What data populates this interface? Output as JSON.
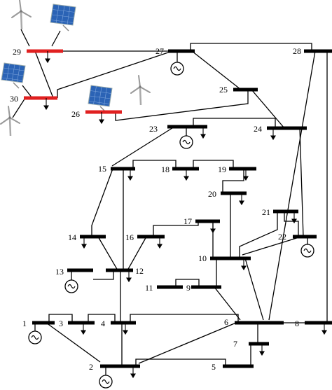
{
  "buses": [
    {
      "id": "1",
      "label": "1",
      "renewable": false
    },
    {
      "id": "2",
      "label": "2",
      "renewable": false
    },
    {
      "id": "3",
      "label": "3",
      "renewable": false
    },
    {
      "id": "4",
      "label": "4",
      "renewable": false
    },
    {
      "id": "5",
      "label": "5",
      "renewable": false
    },
    {
      "id": "6",
      "label": "6",
      "renewable": false
    },
    {
      "id": "7",
      "label": "7",
      "renewable": false
    },
    {
      "id": "8",
      "label": "8",
      "renewable": false
    },
    {
      "id": "9",
      "label": "9",
      "renewable": false
    },
    {
      "id": "10",
      "label": "10",
      "renewable": false
    },
    {
      "id": "11",
      "label": "11",
      "renewable": false
    },
    {
      "id": "12",
      "label": "12",
      "renewable": false
    },
    {
      "id": "13",
      "label": "13",
      "renewable": false
    },
    {
      "id": "14",
      "label": "14",
      "renewable": false
    },
    {
      "id": "15",
      "label": "15",
      "renewable": false
    },
    {
      "id": "16",
      "label": "16",
      "renewable": false
    },
    {
      "id": "17",
      "label": "17",
      "renewable": false
    },
    {
      "id": "18",
      "label": "18",
      "renewable": false
    },
    {
      "id": "19",
      "label": "19",
      "renewable": false
    },
    {
      "id": "20",
      "label": "20",
      "renewable": false
    },
    {
      "id": "21",
      "label": "21",
      "renewable": false
    },
    {
      "id": "22",
      "label": "22",
      "renewable": false
    },
    {
      "id": "23",
      "label": "23",
      "renewable": false
    },
    {
      "id": "24",
      "label": "24",
      "renewable": false
    },
    {
      "id": "25",
      "label": "25",
      "renewable": false
    },
    {
      "id": "26",
      "label": "26",
      "renewable": true
    },
    {
      "id": "27",
      "label": "27",
      "renewable": false
    },
    {
      "id": "28",
      "label": "28",
      "renewable": false
    },
    {
      "id": "29",
      "label": "29",
      "renewable": true
    },
    {
      "id": "30",
      "label": "30",
      "renewable": true
    }
  ],
  "generator_buses": [
    "1",
    "2",
    "13",
    "22",
    "23",
    "27"
  ],
  "load_buses": [
    "2",
    "3",
    "4",
    "7",
    "8",
    "10",
    "12",
    "14",
    "15",
    "16",
    "17",
    "18",
    "19",
    "20",
    "21",
    "23",
    "24",
    "26",
    "29",
    "30"
  ],
  "lines": [
    [
      "1",
      "2"
    ],
    [
      "1",
      "3"
    ],
    [
      "2",
      "4"
    ],
    [
      "3",
      "4"
    ],
    [
      "2",
      "5"
    ],
    [
      "2",
      "6"
    ],
    [
      "4",
      "6"
    ],
    [
      "5",
      "7"
    ],
    [
      "6",
      "7"
    ],
    [
      "6",
      "8"
    ],
    [
      "6",
      "9"
    ],
    [
      "6",
      "10"
    ],
    [
      "9",
      "11"
    ],
    [
      "9",
      "10"
    ],
    [
      "4",
      "12"
    ],
    [
      "12",
      "13"
    ],
    [
      "12",
      "14"
    ],
    [
      "12",
      "15"
    ],
    [
      "12",
      "16"
    ],
    [
      "14",
      "15"
    ],
    [
      "16",
      "17"
    ],
    [
      "15",
      "18"
    ],
    [
      "18",
      "19"
    ],
    [
      "19",
      "20"
    ],
    [
      "10",
      "20"
    ],
    [
      "10",
      "17"
    ],
    [
      "10",
      "21"
    ],
    [
      "10",
      "22"
    ],
    [
      "21",
      "22"
    ],
    [
      "15",
      "23"
    ],
    [
      "22",
      "24"
    ],
    [
      "23",
      "24"
    ],
    [
      "24",
      "25"
    ],
    [
      "25",
      "26"
    ],
    [
      "25",
      "27"
    ],
    [
      "28",
      "27"
    ],
    [
      "27",
      "29"
    ],
    [
      "27",
      "30"
    ],
    [
      "29",
      "30"
    ],
    [
      "8",
      "28"
    ],
    [
      "6",
      "28"
    ]
  ],
  "renewables": [
    {
      "bus": "29",
      "sources": [
        "wind-turbine",
        "solar-panel"
      ]
    },
    {
      "bus": "30",
      "sources": [
        "solar-panel",
        "wind-turbine"
      ]
    },
    {
      "bus": "26",
      "sources": [
        "solar-panel",
        "wind-turbine"
      ]
    }
  ],
  "colors": {
    "line": "#000000",
    "bus": "#000000",
    "renewable_bus": "#e02020",
    "panel": "#2b63b5",
    "panel_light": "#7fa6dc"
  }
}
